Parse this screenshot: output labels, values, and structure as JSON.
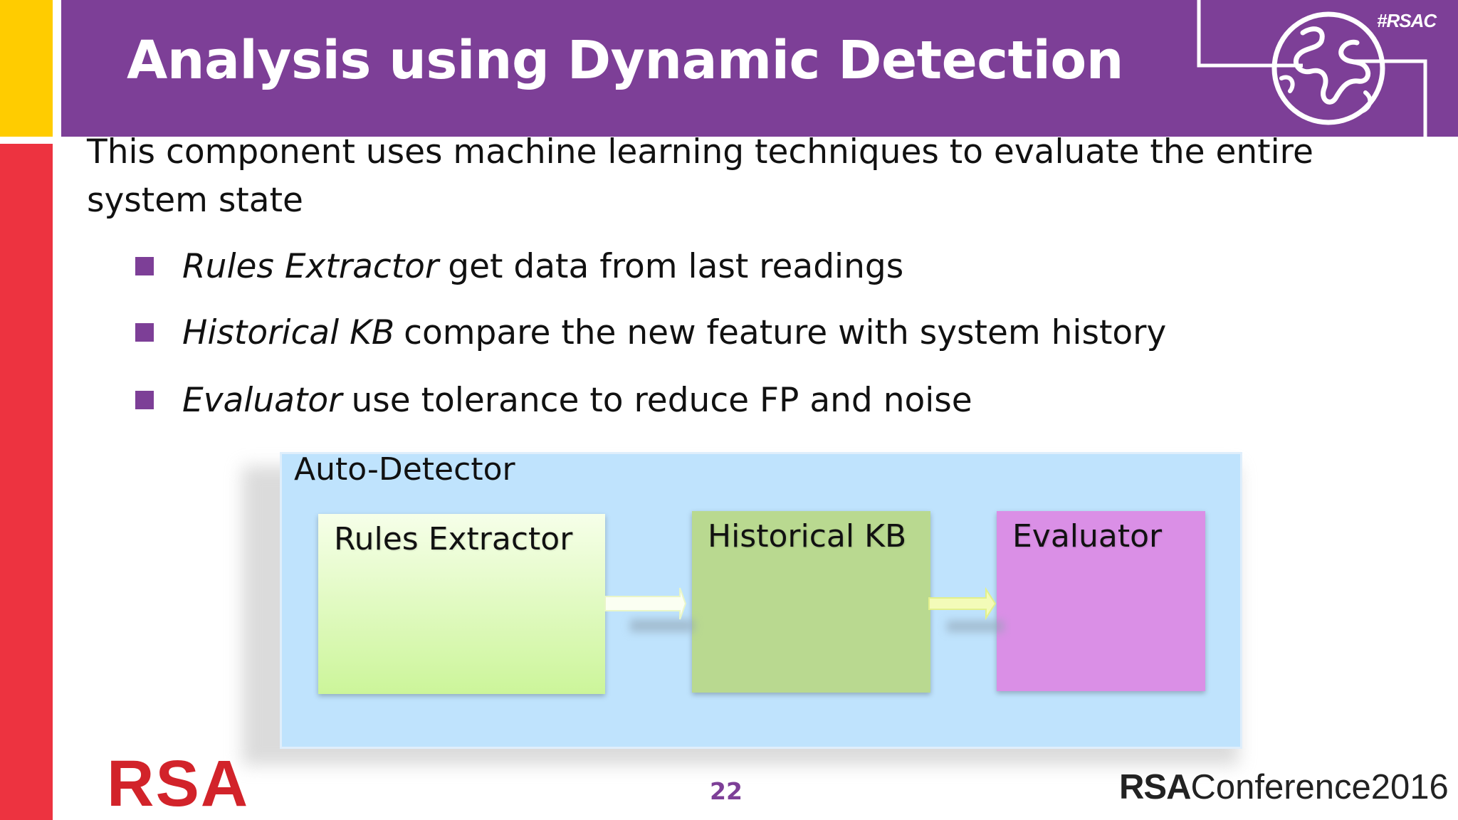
{
  "header": {
    "title": "Analysis using Dynamic Detection",
    "hashtag": "#RSAC"
  },
  "body": {
    "intro": "This component uses machine learning techniques to evaluate the entire system state",
    "bullets": [
      {
        "term": "Rules Extractor",
        "text": "get data from last readings"
      },
      {
        "term": "Historical KB",
        "text": "compare the new feature with system history"
      },
      {
        "term": "Evaluator",
        "text": "use tolerance to reduce FP and noise"
      }
    ]
  },
  "diagram": {
    "container_label": "Auto-Detector",
    "boxes": [
      {
        "label": "Rules Extractor"
      },
      {
        "label": "Historical KB"
      },
      {
        "label": "Evaluator"
      }
    ]
  },
  "footer": {
    "logo": "RSA",
    "page_number": "22",
    "conference_bold": "RSA",
    "conference_rest": "Conference2016"
  },
  "colors": {
    "header": "#7d3f97",
    "yellow_bar": "#ffcc00",
    "red_bar": "#ed3340",
    "container": "#bfe3fd",
    "rules_box": "#ccf59a",
    "historical_box": "#b9d990",
    "evaluator_box": "#da8fe6",
    "logo_red": "#d2232a"
  },
  "icons": {
    "globe": "globe-icon",
    "bullet": "square-bullet-icon",
    "arrow": "right-arrow-icon"
  }
}
